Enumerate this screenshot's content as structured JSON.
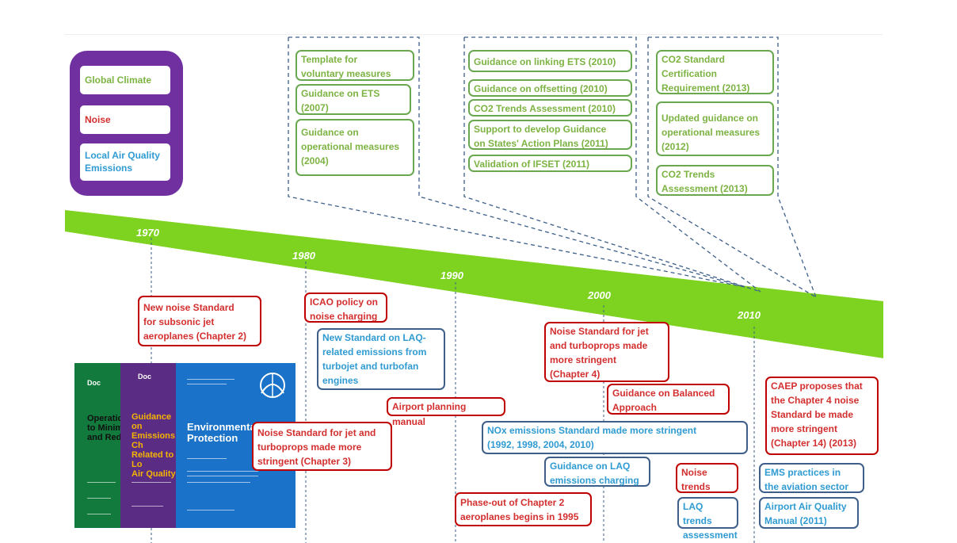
{
  "legend": {
    "global_climate": "Global Climate",
    "noise": "Noise",
    "local_air_quality": "Local Air Quality\nEmissions"
  },
  "colors": {
    "global_climate": "#7cb342",
    "noise": "#d32f2f",
    "local_air_quality": "#2f9bd2",
    "legend_bg": "#7030a0",
    "timeline": "#7ed321"
  },
  "timeline": {
    "years": [
      "1970",
      "1980",
      "1990",
      "2000",
      "2010"
    ]
  },
  "climate_group_1": [
    "Template for\nvoluntary measures",
    "Guidance on ETS\n(2007)",
    "Guidance on\noperational measures\n(2004)"
  ],
  "climate_group_2": [
    "Guidance on linking  ETS (2010)",
    "Guidance on offsetting (2010)",
    "CO2 Trends Assessment (2010)",
    "Support to develop Guidance\non States' Action Plans (2011)",
    "Validation of IFSET (2011)"
  ],
  "climate_group_3": [
    "CO2 Standard\nCertification\nRequirement (2013)",
    "Updated  guidance on\noperational measures\n(2012)",
    "CO2 Trends\nAssessment (2013)"
  ],
  "noise_items": [
    "New noise Standard\nfor subsonic jet\naeroplanes (Chapter 2)",
    "ICAO policy on\nnoise charging",
    "Airport planning manual",
    "Noise Standard for jet and\nturboprops made more\nstringent (Chapter 3)",
    "Noise Standard for jet\nand turboprops made\nmore stringent\n(Chapter 4)",
    "Guidance on Balanced\nApproach",
    "Noise trends\nassessment",
    "Phase-out of Chapter 2\naeroplanes begins in 1995",
    "CAEP proposes that\nthe Chapter 4 noise\nStandard be made\nmore stringent\n(Chapter 14) (2013)"
  ],
  "laq_items": [
    "New Standard on LAQ-\nrelated emissions from\nturbojet and turbofan\nengines",
    "NOx emissions Standard made more stringent\n(1992, 1998, 2004, 2010)",
    "Guidance on LAQ\nemissions charging",
    "LAQ trends\nassessment",
    "EMS practices in\nthe aviation sector",
    "Airport Air Quality\nManual (2011)"
  ],
  "covers": {
    "cover1_title": "Operations\nto Minimi\nand Redu",
    "cover2_title": "Guidance on\nEmissions Ch\nRelated to Lo\nAir Quality",
    "cover3_title": "Environmental\nProtection"
  }
}
